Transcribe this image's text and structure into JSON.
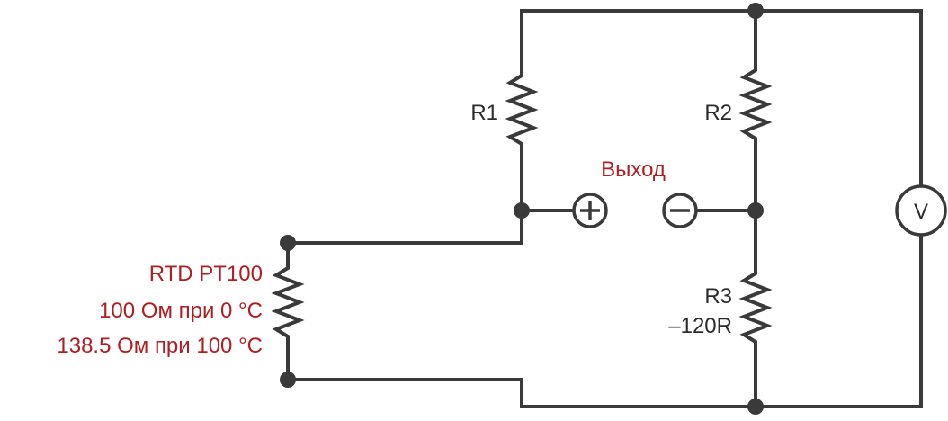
{
  "colors": {
    "wire": "#3a3a3a",
    "label": "#2b2b2b",
    "accent_red": "#b01e23"
  },
  "labels": {
    "r1": "R1",
    "r2": "R2",
    "r3": "R3",
    "r3_value": "–120R",
    "output": "Выход",
    "voltmeter": "V",
    "rtd_name": "RTD PT100",
    "rtd_line1": "100 Ом при 0 °C",
    "rtd_line2": "138.5 Ом при 100 °C"
  },
  "icons": {
    "plus_terminal": "plus-in-circle",
    "minus_terminal": "minus-in-circle"
  }
}
